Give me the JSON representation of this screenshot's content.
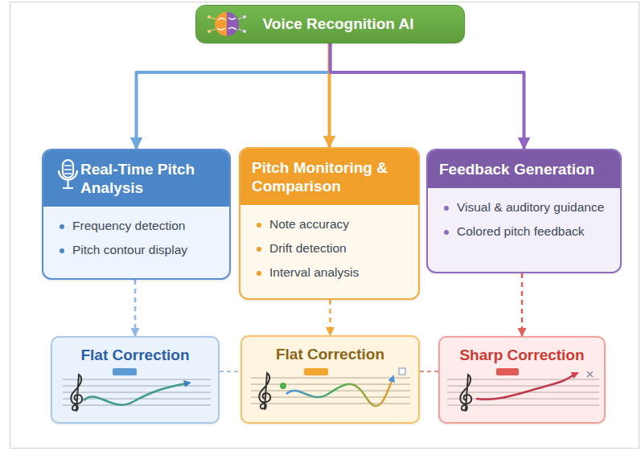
{
  "diagram": {
    "nodes": [
      {
        "text": [
          "Voice Recognition AI"
        ]
      },
      {
        "text": [
          "Real-Time Pitch Analysis",
          "Frequency detection",
          "Pitch contour display"
        ]
      },
      {
        "text": [
          "Pitch Monitoring & Comparison",
          "Note accuracy",
          "Drift detection",
          "Interval analysis"
        ]
      },
      {
        "text": [
          "Feedback Generation",
          "Visual & auditory guidance",
          "Colored pitch feedback"
        ]
      },
      {
        "text": [
          "Flat Correction"
        ]
      },
      {
        "text": [
          "Flat Correction"
        ]
      },
      {
        "text": [
          "Sharp Correction"
        ]
      }
    ],
    "edges": [
      {
        "from": 0,
        "to": 1,
        "arrow": "to"
      },
      {
        "from": 0,
        "to": 2,
        "arrow": "to"
      },
      {
        "from": 0,
        "to": 3,
        "arrow": "to"
      },
      {
        "from": 1,
        "to": 4,
        "arrow": "to"
      },
      {
        "from": 2,
        "to": 5,
        "arrow": "to"
      },
      {
        "from": 3,
        "to": 6,
        "arrow": "to"
      },
      {
        "from": 4,
        "to": 5,
        "arrow": "none"
      },
      {
        "from": 5,
        "to": 6,
        "arrow": "none"
      }
    ]
  }
}
